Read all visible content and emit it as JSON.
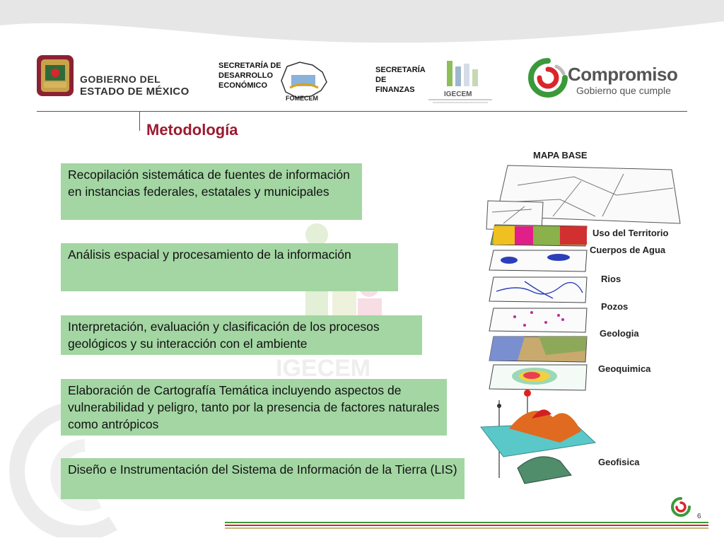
{
  "header": {
    "government": {
      "line1": "GOBIERNO DEL",
      "line2": "ESTADO DE MÉXICO"
    },
    "secretaria_desarrollo": {
      "line1": "SECRETARÍA DE",
      "line2": "DESARROLLO",
      "line3": "ECONÓMICO"
    },
    "fomecem_logo_text": "FOMECEM",
    "secretaria_finanzas": {
      "line1": "SECRETARÍA",
      "line2": "DE",
      "line3": "FINANZAS"
    },
    "igecem_logo_text": "IGECEM",
    "compromiso": {
      "title": "Compromiso",
      "subtitle": "Gobierno que cumple"
    }
  },
  "slide": {
    "title": "Metodología",
    "steps": [
      "Recopilación sistemática de fuentes de información en instancias federales, estatales y municipales",
      "Análisis espacial y procesamiento de la información",
      "Interpretación, evaluación y clasificación  de los procesos geológicos y su interacción con el ambiente",
      "Elaboración de Cartografía Temática   incluyendo aspectos de vulnerabilidad y peligro, tanto por la presencia de factores naturales como antrópicos",
      "Diseño e Instrumentación del Sistema de Información de la Tierra (LIS)"
    ],
    "watermark_text": "IGECEM"
  },
  "layers_figure": {
    "title": "MAPA BASE",
    "labels": [
      "Uso del Territorio",
      "Cuerpos de Agua",
      "Rios",
      "Pozos",
      "Geologia",
      "Geoquimica",
      "Geofisica"
    ]
  },
  "footer": {
    "page_number": "6"
  },
  "colors": {
    "title": "#9b1b30",
    "box": "#a3d6a3",
    "brand_green": "#3a9a3a",
    "brand_red": "#d9262c"
  }
}
